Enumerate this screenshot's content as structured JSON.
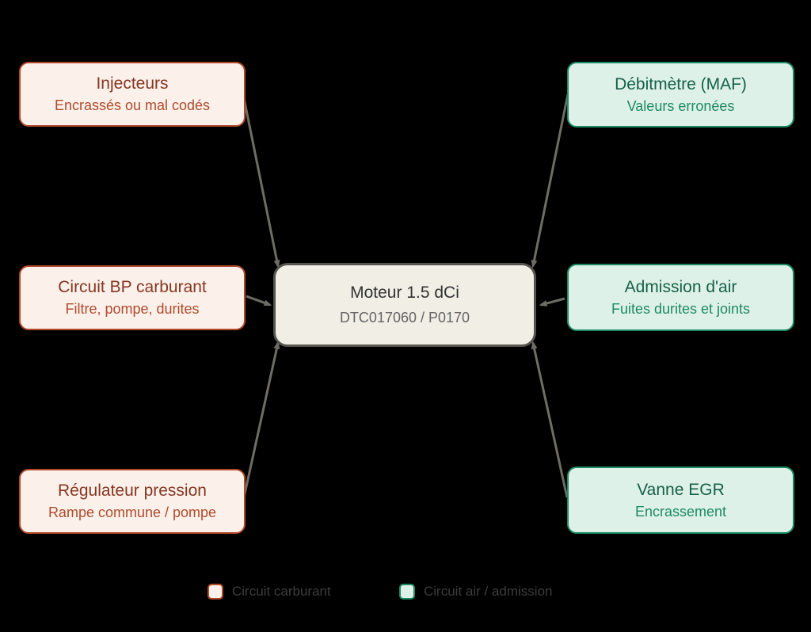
{
  "center": {
    "title": "Moteur 1.5 dCi",
    "subtitle": "DTC017060 / P0170"
  },
  "causes_left": [
    {
      "id": "injecteurs",
      "title": "Injecteurs",
      "subtitle": "Encrassés ou mal codés"
    },
    {
      "id": "circuit-bp",
      "title": "Circuit BP carburant",
      "subtitle": "Filtre, pompe, durites"
    },
    {
      "id": "regulateur",
      "title": "Régulateur pression",
      "subtitle": "Rampe commune / pompe"
    }
  ],
  "causes_right": [
    {
      "id": "debitmetre",
      "title": "Débitmètre (MAF)",
      "subtitle": "Valeurs erronées"
    },
    {
      "id": "admission",
      "title": "Admission d'air",
      "subtitle": "Fuites durites et joints"
    },
    {
      "id": "vanne-egr",
      "title": "Vanne EGR",
      "subtitle": "Encrassement"
    }
  ],
  "legend": {
    "items": [
      {
        "label": "Circuit carburant",
        "swatch_fill": "#fcf0ea",
        "swatch_border": "#b04a2b"
      },
      {
        "label": "Circuit air / admission",
        "swatch_fill": "#def1e9",
        "swatch_border": "#1d8a66"
      }
    ]
  },
  "colors": {
    "background": "#000000",
    "fuel_fill": "#fcf0ea",
    "fuel_border": "#b04a2b",
    "fuel_title": "#833723",
    "fuel_subtitle": "#ad4c2c",
    "air_fill": "#def1e9",
    "air_border": "#1d8a66",
    "air_title": "#156049",
    "air_subtitle": "#1d8a63",
    "center_fill": "#f0eee5",
    "center_border": "#55544e",
    "center_title": "#333333",
    "center_subtitle": "#646464",
    "connector": "#6e6d65",
    "legend_text": "#3c3c3c"
  }
}
